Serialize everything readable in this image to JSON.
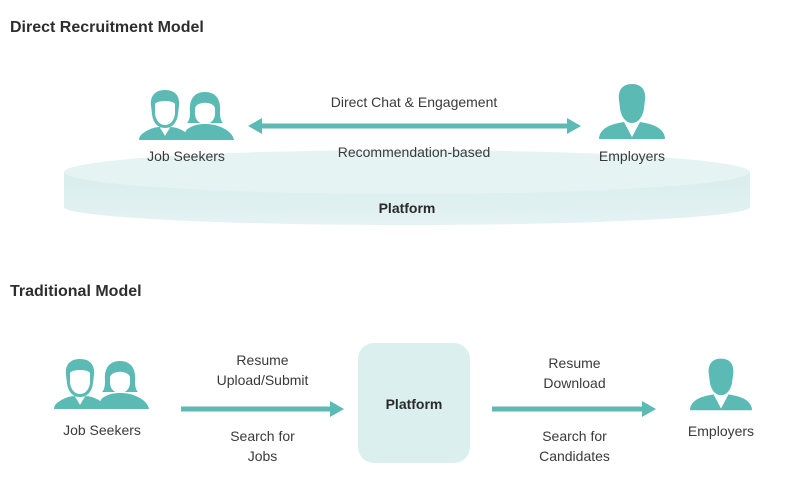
{
  "colors": {
    "accent": "#5bbab3",
    "platform_fill": "#dcefef",
    "text": "#333333"
  },
  "direct_model": {
    "title": "Direct Recruitment Model",
    "job_seekers": {
      "label": "Job Seekers",
      "icon": "people-pair-icon"
    },
    "employers": {
      "label": "Employers",
      "icon": "businessman-icon"
    },
    "arrow": {
      "direction": "bidirectional",
      "top_label": "Direct Chat & Engagement",
      "bottom_label": "Recommendation-based"
    },
    "platform_label": "Platform"
  },
  "traditional_model": {
    "title": "Traditional Model",
    "job_seekers": {
      "label": "Job Seekers",
      "icon": "people-pair-icon"
    },
    "employers": {
      "label": "Employers",
      "icon": "businessman-icon"
    },
    "platform_label": "Platform",
    "left_arrow": {
      "direction": "right",
      "top_label_1": "Resume",
      "top_label_2": "Upload/Submit",
      "bottom_label_1": "Search for",
      "bottom_label_2": "Jobs"
    },
    "right_arrow": {
      "direction": "right",
      "top_label_1": "Resume",
      "top_label_2": "Download",
      "bottom_label_1": "Search for",
      "bottom_label_2": "Candidates"
    }
  }
}
